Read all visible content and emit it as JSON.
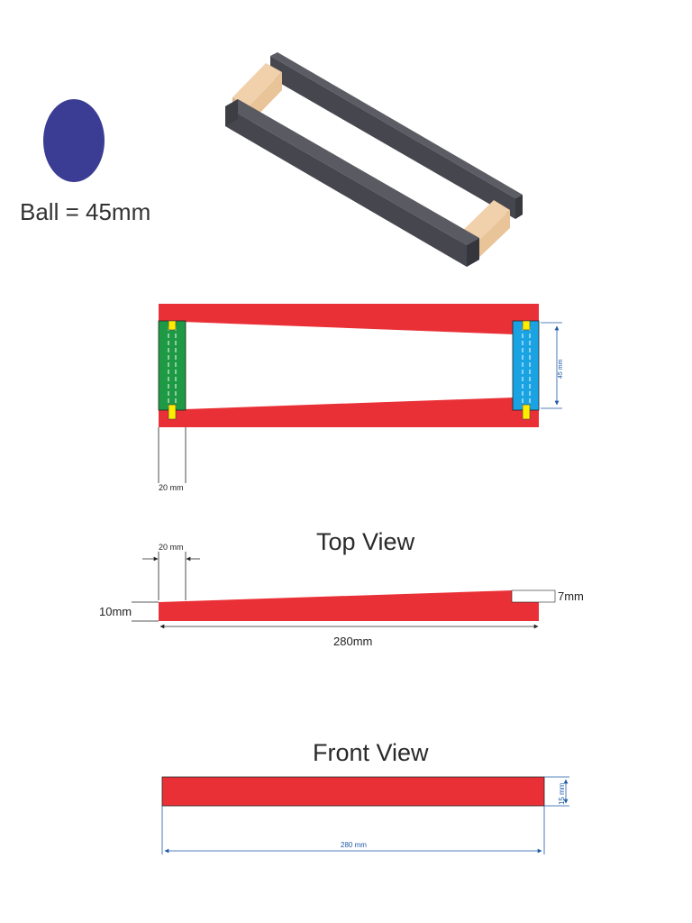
{
  "colors": {
    "frame_red": "#e93036",
    "ball_blue": "#3a3d93",
    "block_green": "#1e9a45",
    "block_blue": "#1aa3e3",
    "pin_yellow": "#ffed00",
    "rail_dark": "#46464e",
    "wood": "#eecaa0",
    "dim_blue": "#1e5aa8"
  },
  "ball": {
    "label": "Ball = 45mm"
  },
  "plan_view": {
    "width_dim": "20 mm",
    "height_dim": "45 mm"
  },
  "top_view": {
    "title": "Top View",
    "dim_width": "20 mm",
    "dim_left_height": "10mm",
    "dim_right_height": "7mm",
    "dim_length": "280mm"
  },
  "front_view": {
    "title": "Front View",
    "dim_height": "15 mm",
    "dim_length": "280 mm"
  }
}
